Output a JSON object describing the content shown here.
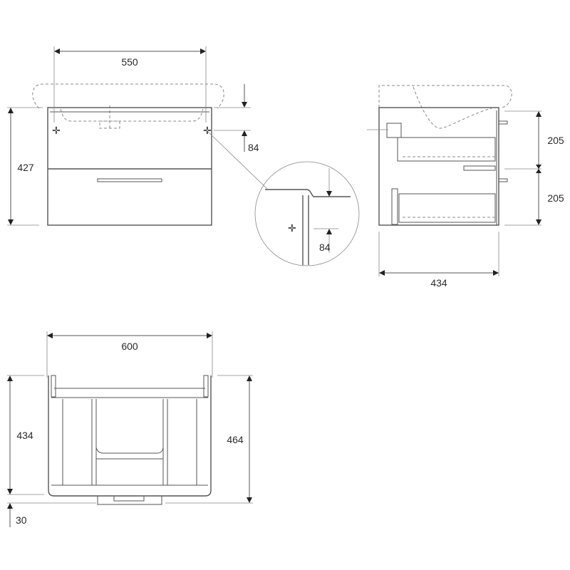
{
  "front_view": {
    "width_550": "550",
    "height_427": "427",
    "offset_84": "84"
  },
  "detail_view": {
    "offset_84": "84"
  },
  "side_view": {
    "upper_205": "205",
    "lower_205": "205",
    "depth_434": "434"
  },
  "bottom_view": {
    "width_600": "600",
    "height_434": "434",
    "height_464": "464",
    "offset_30": "30"
  }
}
